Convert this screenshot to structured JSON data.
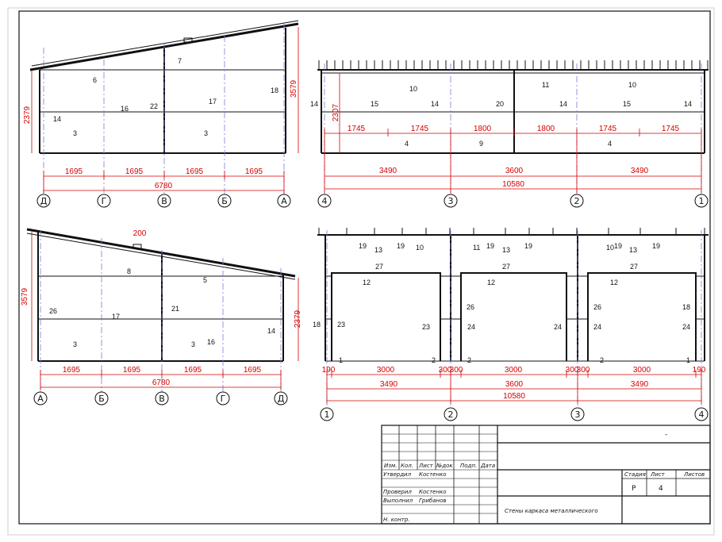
{
  "views": [
    {
      "id": "view1",
      "dims_bottom": [
        "1695",
        "1695",
        "1695",
        "1695"
      ],
      "dim_total": "6780",
      "dim_left": "2379",
      "dim_right": "3579",
      "axes": [
        "Д",
        "Г",
        "В",
        "Б",
        "А"
      ],
      "labels": [
        "7",
        "6",
        "16",
        "22",
        "17",
        "18",
        "14",
        "3",
        "3"
      ]
    },
    {
      "id": "view2",
      "dims_inner": [
        "1745",
        "1745",
        "1800",
        "1800",
        "1745",
        "1745"
      ],
      "dims_bays": [
        "3490",
        "3600",
        "3490"
      ],
      "dim_total": "10580",
      "dim_left": "2307",
      "axes": [
        "4",
        "3",
        "2",
        "1"
      ],
      "labels": [
        "10",
        "11",
        "10",
        "14",
        "15",
        "14",
        "20",
        "14",
        "15",
        "14",
        "4",
        "9",
        "4"
      ]
    },
    {
      "id": "view3",
      "dims_bottom": [
        "1695",
        "1695",
        "1695",
        "1695"
      ],
      "dim_total": "6780",
      "dim_left": "3579",
      "dim_right": "2379",
      "dim_top": "200",
      "axes": [
        "А",
        "Б",
        "В",
        "Г",
        "Д"
      ],
      "labels": [
        "8",
        "5",
        "26",
        "17",
        "21",
        "3",
        "3",
        "16",
        "14"
      ]
    },
    {
      "id": "view4",
      "dims_inner": [
        "190",
        "3000",
        "300",
        "300",
        "3000",
        "300",
        "300",
        "3000",
        "190"
      ],
      "dims_bays": [
        "3490",
        "3600",
        "3490"
      ],
      "dim_total": "10580",
      "axes": [
        "1",
        "2",
        "3",
        "4"
      ],
      "labels": [
        "19",
        "13",
        "19",
        "10",
        "11",
        "19",
        "13",
        "19",
        "10",
        "19",
        "13",
        "19",
        "27",
        "27",
        "27",
        "12",
        "12",
        "12",
        "26",
        "26",
        "18",
        "23",
        "23",
        "24",
        "24",
        "24",
        "24",
        "18",
        "1",
        "2",
        "2",
        "2",
        "1"
      ]
    }
  ],
  "title_block": {
    "header_cells": [
      "Изм.",
      "Кол.",
      "Лист",
      "№док",
      "Подп.",
      "Дата"
    ],
    "rows": [
      {
        "role": "Утвердил",
        "name": "Костенко"
      },
      {
        "role": "Проверил",
        "name": "Костенко"
      },
      {
        "role": "Выполнил",
        "name": "Грибанов"
      },
      {
        "role": "Н. контр.",
        "name": ""
      }
    ],
    "doc_code": "-",
    "sheet_title": "Стены каркаса металлического",
    "stage_label": "Стадия",
    "sheet_label": "Лист",
    "sheets_label": "Листов",
    "stage": "Р",
    "sheet": "4",
    "sheets": ""
  }
}
